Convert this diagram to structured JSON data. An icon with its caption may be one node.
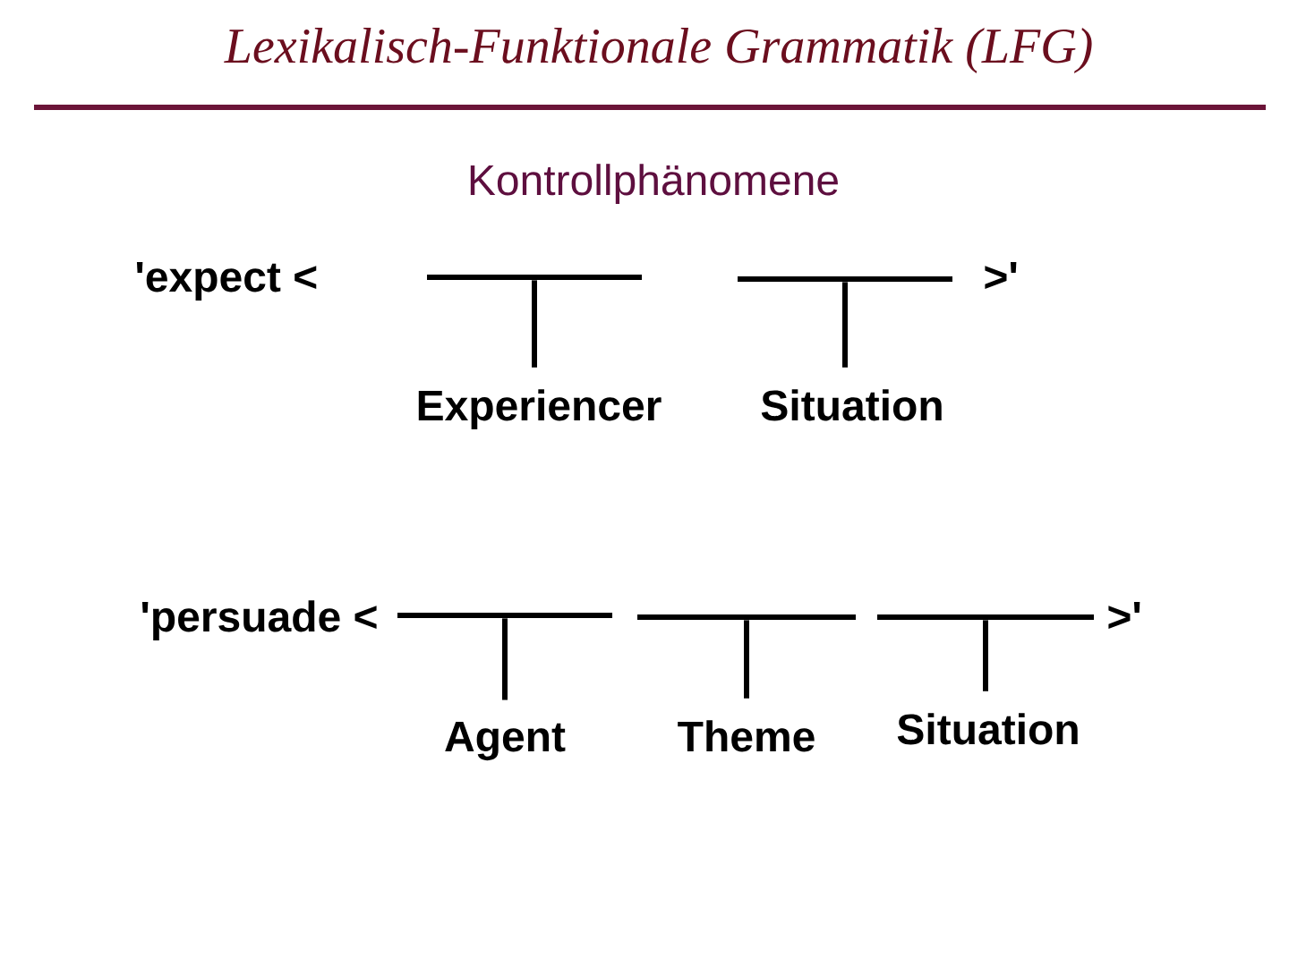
{
  "diagram": {
    "title": "Lexikalisch-Funktionale Grammatik (LFG)",
    "nodes": [
      {
        "text": [],
        "shape": "bar"
      },
      {
        "text": [],
        "shape": "bar"
      },
      {
        "text": [
          "Experiencer"
        ]
      },
      {
        "text": [
          "Situation"
        ]
      },
      {
        "text": [],
        "shape": "bar"
      },
      {
        "text": [],
        "shape": "bar"
      },
      {
        "text": [],
        "shape": "bar"
      },
      {
        "text": [
          "Agent"
        ]
      },
      {
        "text": [
          "Theme"
        ]
      },
      {
        "text": [
          "Situation"
        ]
      }
    ],
    "edges": [
      {
        "from": 0,
        "to": 2,
        "arrow": "none"
      },
      {
        "from": 1,
        "to": 3,
        "arrow": "none"
      },
      {
        "from": 4,
        "to": 7,
        "arrow": "none"
      },
      {
        "from": 5,
        "to": 8,
        "arrow": "none"
      },
      {
        "from": 6,
        "to": 9,
        "arrow": "none"
      }
    ],
    "labels": [
      "Kontrollphänomene",
      "'expect <",
      ">'",
      "'persuade <",
      ">'"
    ]
  }
}
